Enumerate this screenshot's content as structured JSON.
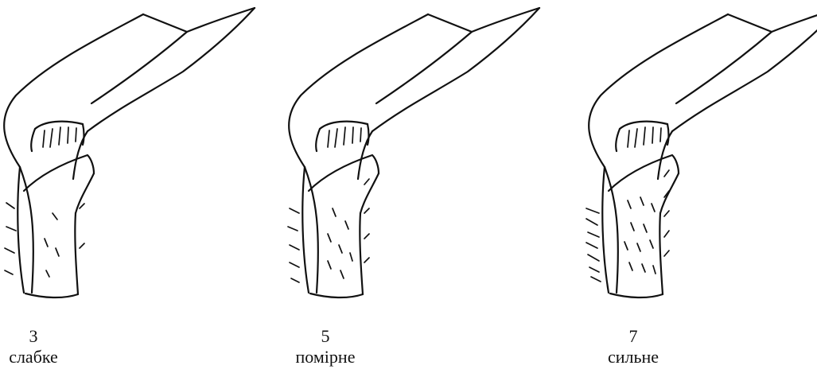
{
  "panels": [
    {
      "number": "3",
      "label": "слабке",
      "density": 3
    },
    {
      "number": "5",
      "label": "помірне",
      "density": 5
    },
    {
      "number": "7",
      "label": "сильне",
      "density": 7
    }
  ],
  "colors": {
    "ink": "#111111",
    "background": "#ffffff"
  }
}
